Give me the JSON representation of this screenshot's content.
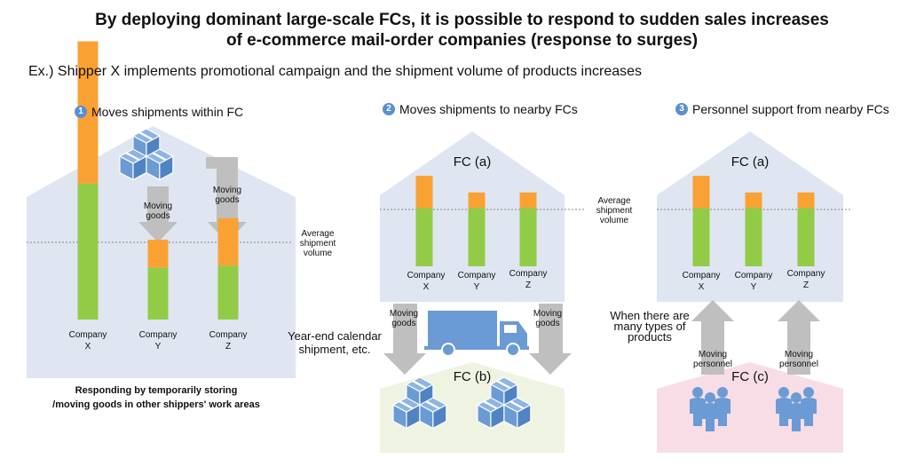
{
  "title": {
    "line1": "By deploying  dominant  large-scale FCs, it is possible  to respond to sudden sales increases",
    "line2": "of e-commerce mail-order  companies  (response to surges)"
  },
  "subtitle": "Ex.) Shipper  X implements  promotional  campaign and the shipment  volume of products increases",
  "colors": {
    "accent": "#5b8fd0",
    "surge": "#f9a233",
    "base": "#92cc47",
    "house": "#dfe5f1",
    "fc_b": "#eef4e1",
    "fc_c": "#f8dde6",
    "arrow": "#bfbfbf",
    "box": "#6b9bd4"
  },
  "sections": [
    {
      "number": "1",
      "heading": "Moves shipments within FC",
      "moving_goods_1": "Moving goods",
      "moving_goods_2": "Moving goods",
      "average_label": "Average shipment volume",
      "companies": [
        "Company\nX",
        "Company\nY",
        "Company\nZ"
      ],
      "note_line1": "Responding  by temporarily  storing",
      "note_line2": "/moving  goods in other shippers' work areas"
    },
    {
      "number": "2",
      "heading": "Moves shipments to nearby FCs",
      "fc_top": "FC (a)",
      "fc_bottom": "FC (b)",
      "average_label": "Average shipment volume",
      "companies": [
        "Company\nX",
        "Company\nY",
        "Company\nZ"
      ],
      "moving_goods_left": "Moving goods",
      "moving_goods_right": "Moving goods",
      "reason_line1": "Year-end calendar",
      "reason_line2": "shipment, etc."
    },
    {
      "number": "3",
      "heading": "Personnel support from nearby FCs",
      "fc_top": "FC (a)",
      "fc_bottom": "FC (c)",
      "companies": [
        "Company\nX",
        "Company\nY",
        "Company\nZ"
      ],
      "moving_personnel_left": "Moving personnel",
      "moving_personnel_right": "Moving personnel",
      "reason_line1": "When there are",
      "reason_line2": "many types of",
      "reason_line3": "products"
    }
  ],
  "chart_data": [
    {
      "type": "bar",
      "categories": [
        "Company X",
        "Company Y",
        "Company Z"
      ],
      "series": [
        {
          "values": [
            0.63,
            0.24,
            0.25
          ]
        },
        {
          "values": [
            0.66,
            0.13,
            0.22
          ]
        }
      ],
      "reference_line": "Average shipment volume"
    },
    {
      "type": "bar",
      "categories": [
        "Company X",
        "Company Y",
        "Company Z"
      ],
      "series": [
        {
          "values": [
            0.63,
            0.63,
            0.63
          ]
        },
        {
          "values": [
            0.35,
            0.17,
            0.17
          ]
        }
      ],
      "reference_line": "Average shipment volume"
    },
    {
      "type": "bar",
      "categories": [
        "Company X",
        "Company Y",
        "Company Z"
      ],
      "series": [
        {
          "values": [
            0.63,
            0.63,
            0.63
          ]
        },
        {
          "values": [
            0.35,
            0.17,
            0.17
          ]
        }
      ]
    }
  ]
}
